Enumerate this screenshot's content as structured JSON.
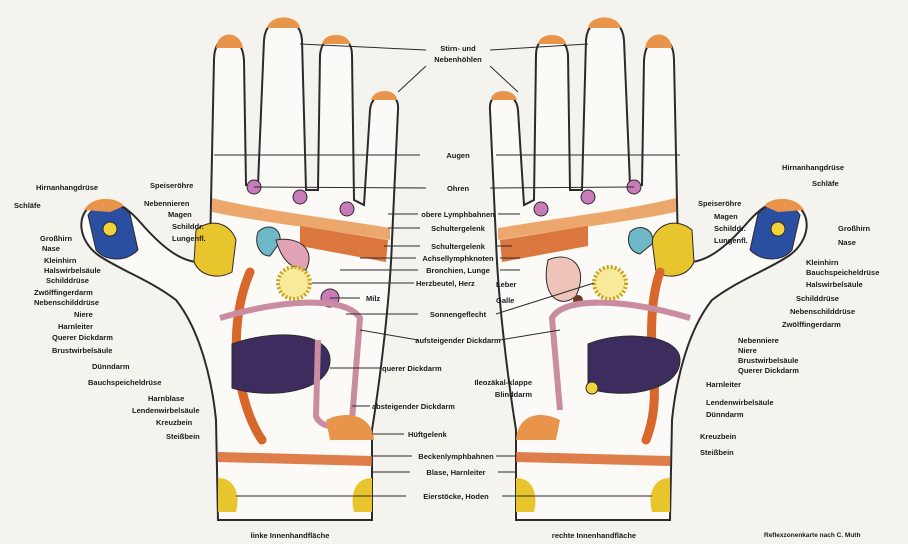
{
  "center_labels": {
    "stirn": "Stirn- und",
    "nebenhoehlen": "Nebenhöhlen",
    "augen": "Augen",
    "ohren": "Ohren",
    "obere_lymph": "obere Lymphbahnen",
    "schultergelenk": "Schultergelenk",
    "achsel": "Achsellymphknoten",
    "bronchien": "Bronchien, Lunge",
    "herz": "Herzbeutel, Herz",
    "milz": "Milz",
    "sonnengeflecht": "Sonnengeflecht",
    "aufsteigender": "aufsteigender Dickdarm",
    "querer_center": "querer Dickdarm",
    "absteigender": "absteigender Dickdarm",
    "hueftgelenk": "Hüftgelenk",
    "becken": "Beckenlymphbahnen",
    "blase": "Blase, Harnleiter",
    "eierstoecke": "Eierstöcke, Hoden"
  },
  "left_labels": {
    "hirnanhang": "Hirnanhangdrüse",
    "schlaefe": "Schläfe",
    "grosshirn": "Großhirn",
    "nase": "Nase",
    "kleinhirn": "Kleinhirn",
    "halswirbel": "Halswirbelsäule",
    "schilddruese": "Schilddrüse",
    "zwoelf": "Zwölffingerdarm",
    "nebenschild": "Nebenschilddrüse",
    "niere": "Niere",
    "harnleiter": "Harnleiter",
    "querer": "Querer Dickdarm",
    "brustwirbel": "Brustwirbelsäule",
    "duenndarm": "Dünndarm",
    "bauchspeichel": "Bauchspeicheldrüse",
    "harnblase": "Harnblase",
    "lendenwirbel": "Lendenwirbelsäule",
    "kreuzbein": "Kreuzbein",
    "steissbein": "Steißbein",
    "speiseroehre": "Speiseröhre",
    "nebennieren": "Nebennieren",
    "magen": "Magen",
    "schilddr2": "Schilddr.",
    "lungenfl": "Lungenfl."
  },
  "right_labels": {
    "hirnanhang": "Hirnanhangdrüse",
    "schlaefe": "Schläfe",
    "grosshirn": "Großhirn",
    "nase": "Nase",
    "kleinhirn": "Kleinhirn",
    "bauchspeichel": "Bauchspeicheldrüse",
    "halswirbel": "Halswirbelsäule",
    "schilddruese": "Schilddrüse",
    "nebenschild": "Nebenschilddrüse",
    "zwoelf": "Zwölffingerdarm",
    "nebenniere": "Nebenniere",
    "niere": "Niere",
    "brustwirbel": "Brustwirbelsäule",
    "querer": "Querer Dickdarm",
    "harnleiter": "Harnleiter",
    "lendenwirbel": "Lendenwirbelsäule",
    "duenndarm": "Dünndarm",
    "kreuzbein": "Kreuzbein",
    "steissbein": "Steißbein",
    "speiseroehre": "Speiseröhre",
    "magen": "Magen",
    "schilddr2": "Schilddr.",
    "lungenfl": "Lungenfl.",
    "leber": "Leber",
    "galle": "Galle",
    "blinddarm": "Blinddarm",
    "ileo": "Ileozäkal-klappe"
  },
  "captions": {
    "left": "linke Innenhandfläche",
    "right": "rechte Innenhandfläche",
    "credit": "Reflexzonenkarte nach C. Muth"
  },
  "colors": {
    "outline": "#2b2b2b",
    "fingertip": "#e8944a",
    "spine": "#d8672b",
    "colon_dark": "#3c2d5e",
    "gland_pink": "#c97ab8",
    "sun_yellow": "#f2d23a",
    "thumb_blue": "#2a4fa0",
    "yellow_region": "#e9c52d"
  }
}
